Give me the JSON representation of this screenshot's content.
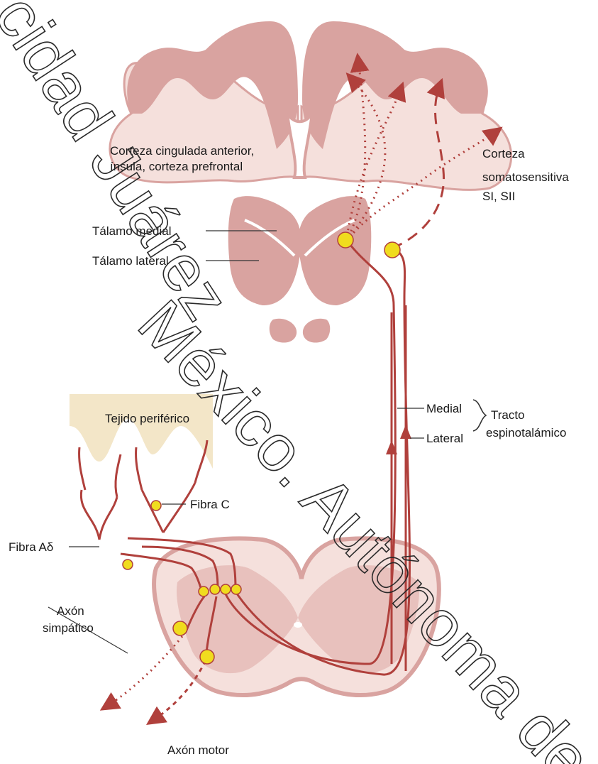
{
  "labels": {
    "cortex_cingulate_1": "Corteza cingulada anterior,",
    "cortex_cingulate_2": "ínsula, corteza prefrontal",
    "cortex_somato_1": "Corteza",
    "cortex_somato_2": "somatosensitiva",
    "cortex_somato_3": "SI, SII",
    "thalamus_medial": "Tálamo medial",
    "thalamus_lateral": "Tálamo lateral",
    "tract_medial": "Medial",
    "tract_lateral": "Lateral",
    "tract_name_1": "Tracto",
    "tract_name_2": "espinotalámico",
    "peripheral_tissue": "Tejido periférico",
    "fiber_c": "Fibra C",
    "fiber_a_delta": "Fibra Aδ",
    "sympathetic_1": "Axón",
    "sympathetic_2": "simpático",
    "motor_axon": "Axón motor"
  },
  "watermark": {
    "line_1": "cidad Juárez",
    "line_2": "México. Autónoma de"
  },
  "colors": {
    "tissue": "#d9a3a0",
    "tissue_light": "#f5e0dc",
    "pathway": "#b0403c",
    "neuron": "#f0dc1e",
    "peripheral": "#f3e6c8"
  }
}
